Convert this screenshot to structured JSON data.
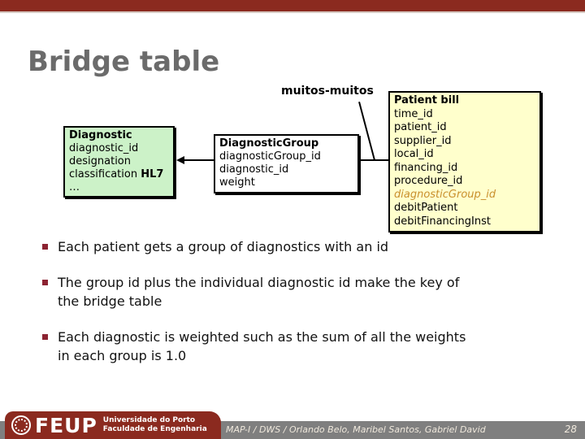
{
  "slide": {
    "title": "Bridge table"
  },
  "diagram": {
    "relationship_label": "muitos-muitos",
    "diagnostic": {
      "title": "Diagnostic",
      "fields": [
        "diagnostic_id",
        "designation"
      ],
      "classification_label": "classification ",
      "classification_code": "HL7",
      "more_indicator": "…"
    },
    "diagnostic_group": {
      "title": "DiagnosticGroup",
      "fields": [
        "diagnosticGroup_id",
        "diagnostic_id",
        "weight"
      ]
    },
    "patient_bill": {
      "title": "Patient bill",
      "fields_before": [
        "time_id",
        "patient_id",
        "supplier_id",
        "local_id",
        "financing_id",
        "procedure_id"
      ],
      "highlighted_field": "diagnosticGroup_id",
      "fields_after": [
        "debitPatient",
        "debitFinancingInst"
      ]
    }
  },
  "bullets": [
    "Each patient gets a group of diagnostics with an id",
    "The group id plus the individual diagnostic id make the key of the bridge table",
    "Each diagnostic is weighted such as the sum of all the weights in each group is 1.0"
  ],
  "footer": {
    "logo_acronym": "FEUP",
    "institution_line1": "Universidade do Porto",
    "institution_line2": "Faculdade de Engenharia",
    "credits": "MAP-I / DWS / Orlando Belo, Maribel Santos, Gabriel David",
    "page_number": "28"
  },
  "colors": {
    "accent_red": "#8b2a1f",
    "bullet_red": "#8c2332",
    "diagnostic_bg": "#ccf2c8",
    "diagnostic_group_bg": "#ffffff",
    "patient_bill_bg": "#ffffcc",
    "highlight_orange": "#c98f2d",
    "footer_gray": "#7f7f7f",
    "title_gray": "#6b6b6b"
  }
}
